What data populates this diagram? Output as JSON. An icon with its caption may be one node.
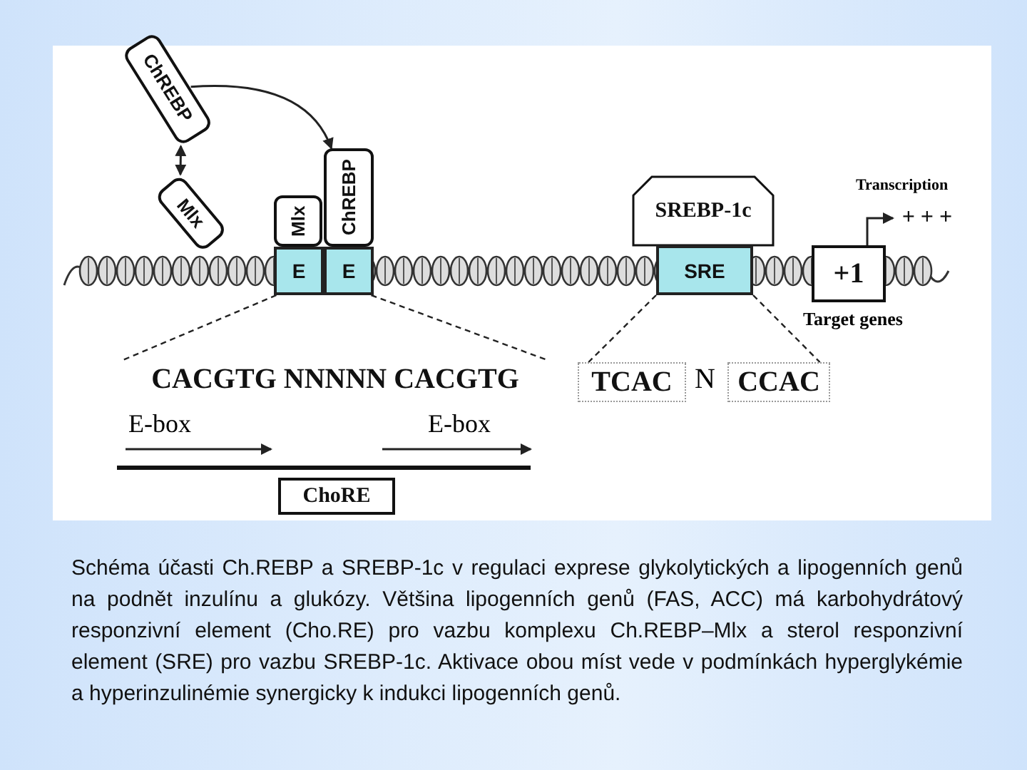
{
  "diagram": {
    "caption": "Schéma účasti Ch.REBP a SREBP-1c v regulaci exprese glykolytických a lipogenních genů na podnět inzulínu a glukózy. Většina lipogenních genů (FAS, ACC) má karbohydrátový responzivní element (Cho.RE) pro vazbu komplexu Ch.REBP–Mlx a sterol responzivní element (SRE) pro vazbu SREBP-1c. Aktivace obou míst vede v podmínkách hyperglykémie a hyperinzulinémie synergicky k indukci lipogenních genů.",
    "nodes": [
      {
        "text": [
          "ChREBP"
        ]
      },
      {
        "text": [
          "Mlx"
        ]
      },
      {
        "text": [
          "Mlx"
        ]
      },
      {
        "text": [
          "ChREBP"
        ]
      },
      {
        "text": [
          "E"
        ]
      },
      {
        "text": [
          "E"
        ]
      },
      {
        "text": [
          "SREBP-1c"
        ]
      },
      {
        "text": [
          "SRE"
        ]
      },
      {
        "text": [
          "+1"
        ],
        "beside": [
          "Target genes"
        ]
      },
      {
        "text": [
          "CACGTG NNNNN CACGTG"
        ]
      },
      {
        "text": [
          "TCAC"
        ]
      },
      {
        "text": [
          "CCAC"
        ]
      },
      {
        "text": [
          "ChoRE"
        ]
      },
      {
        "text": [
          "+ + +"
        ]
      }
    ],
    "edges": [
      {
        "from": 0,
        "to": 1,
        "arrow": "both"
      },
      {
        "from": 0,
        "to": 3,
        "arrow": "to"
      },
      {
        "from": 4,
        "to": 9,
        "arrow": "none",
        "style": "dashed"
      },
      {
        "from": 5,
        "to": 9,
        "arrow": "none",
        "style": "dashed"
      },
      {
        "from": 7,
        "to": 10,
        "arrow": "none",
        "style": "dashed"
      },
      {
        "from": 7,
        "to": 11,
        "arrow": "none",
        "style": "dashed"
      },
      {
        "from": 8,
        "to": 13,
        "arrow": "to"
      }
    ],
    "labels": [
      "Transcription",
      "N",
      "E-box",
      "E-box"
    ]
  }
}
